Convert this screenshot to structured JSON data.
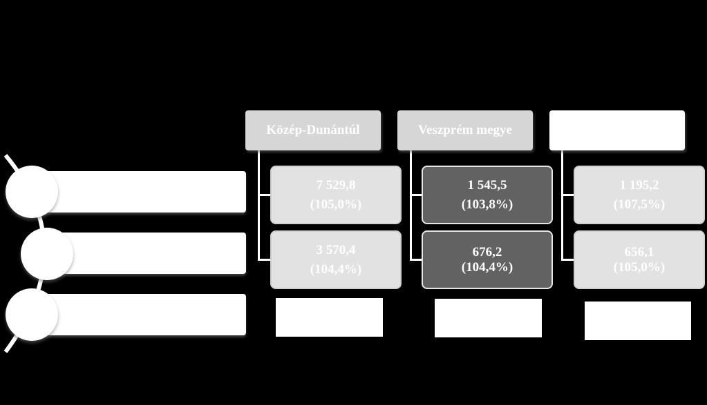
{
  "headers": {
    "region": "Közép-Dunántúl",
    "county": "Veszprém megye",
    "third": ""
  },
  "cards": {
    "region_1": {
      "value": "7 529,8",
      "pct": "(105,0%)"
    },
    "region_2": {
      "value": "3 570,4",
      "pct": "(104,4%)"
    },
    "county_1": {
      "value": "1 545,5",
      "pct": "(103,8%)"
    },
    "county_2": {
      "value": "676,2",
      "pct": "(104,4%)"
    },
    "third_1": {
      "value": "1 195,2",
      "pct": "(107,5%)"
    },
    "third_2": {
      "value": "656,1",
      "pct": "(105,0%)"
    }
  },
  "colors": {
    "background": "#000000",
    "light_card": "#e2e2e2",
    "dark_card": "#626262",
    "header": "#d6d6d6",
    "text": "#ffffff"
  }
}
